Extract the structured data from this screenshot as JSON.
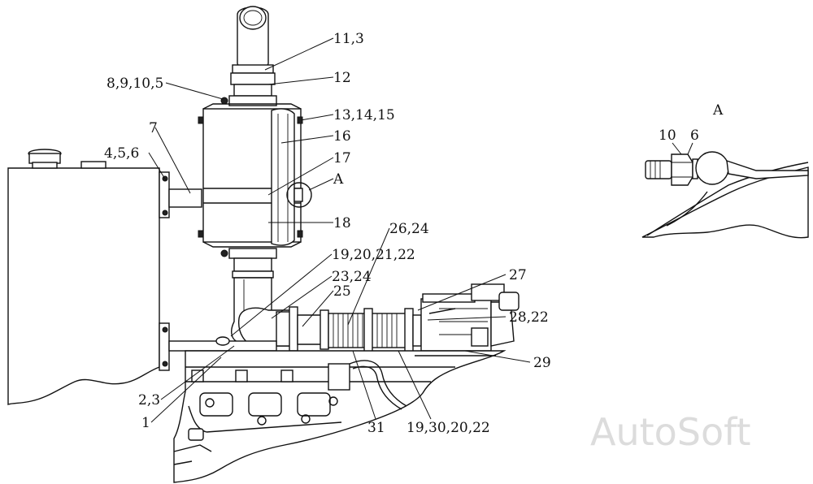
{
  "labels": {
    "l11_3": "11,3",
    "l12": "12",
    "l8_9_10_5": "8,9,10,5",
    "l13_14_15": "13,14,15",
    "l7": "7",
    "l16": "16",
    "l4_5_6": "4,5,6",
    "l17": "17",
    "lA": "A",
    "l18": "18",
    "l26_24": "26,24",
    "l19_20_21_22": "19,20,21,22",
    "l23_24": "23,24",
    "l27": "27",
    "l25": "25",
    "l28_22": "28,22",
    "l29": "29",
    "l2_3": "2,3",
    "l1": "1",
    "l31": "31",
    "l19_30_20_22": "19,30,20,22"
  },
  "detail": {
    "title": "A",
    "l10": "10",
    "l6": "6"
  },
  "watermark": "AutoSoft"
}
